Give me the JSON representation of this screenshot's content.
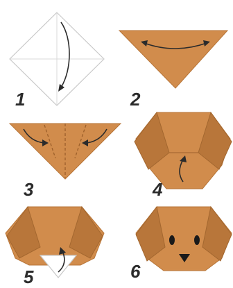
{
  "steps": [
    {
      "number": "1"
    },
    {
      "number": "2"
    },
    {
      "number": "3"
    },
    {
      "number": "4"
    },
    {
      "number": "5"
    },
    {
      "number": "6"
    }
  ],
  "colors": {
    "paper": "#d18c4c",
    "paper_dark": "#b8763a",
    "crease": "#a86a32",
    "arrow": "#2b2b2b"
  }
}
